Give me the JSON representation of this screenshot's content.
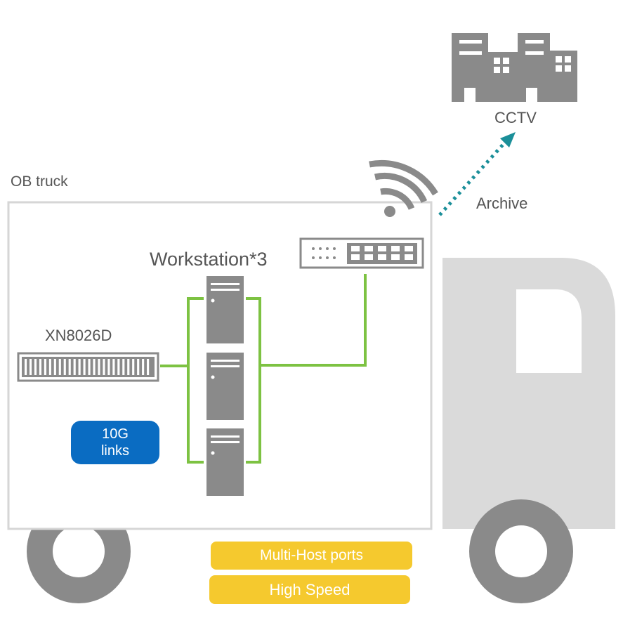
{
  "labels": {
    "ob_truck": "OB truck",
    "cctv": "CCTV",
    "archive": "Archive",
    "workstation": "Workstation*3",
    "nas": "XN8026D"
  },
  "badges": {
    "links_line1": "10G",
    "links_line2": "links",
    "multi_host": "Multi-Host ports",
    "high_speed": "High Speed"
  },
  "icons": {
    "wifi": "wifi-icon",
    "building": "building-icon",
    "switch": "network-switch-icon",
    "server": "server-tower-icon",
    "nas": "rack-nas-icon"
  },
  "colors": {
    "gray_dark": "#8a8a8a",
    "gray_light": "#dadada",
    "green_link": "#7dc242",
    "blue_badge": "#0a6cc2",
    "yellow_badge": "#f5c92e",
    "teal_arrow": "#1b8f99"
  }
}
